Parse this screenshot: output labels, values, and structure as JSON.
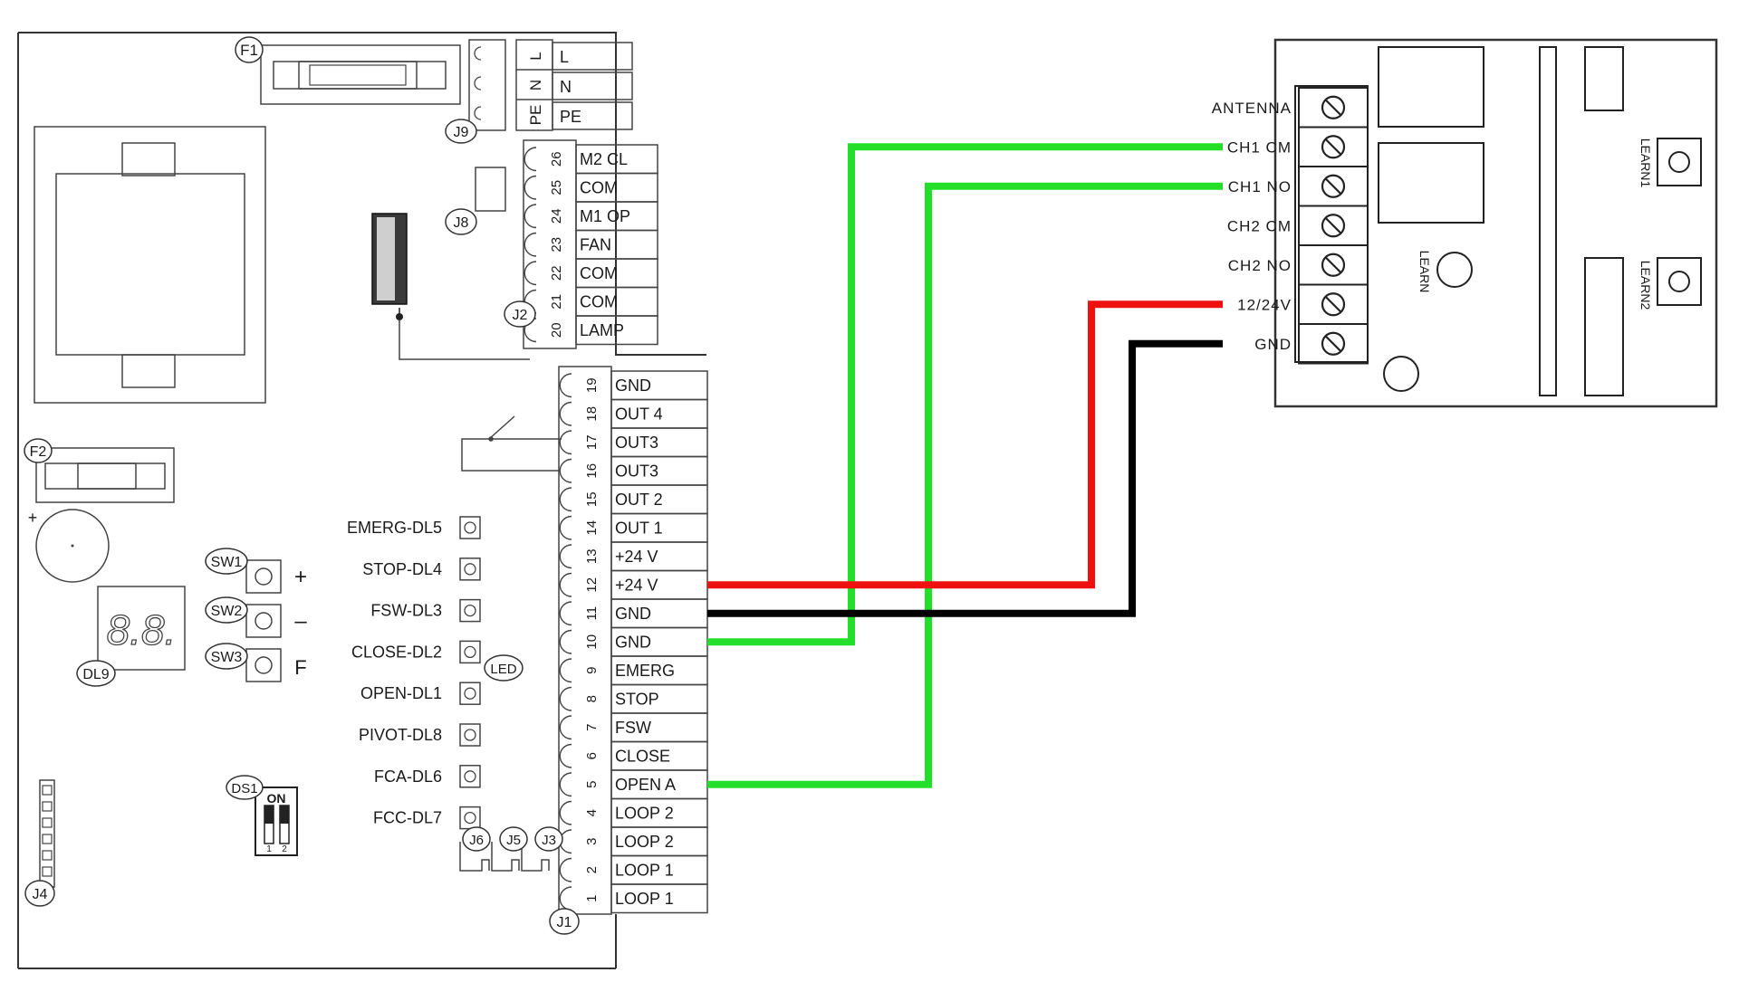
{
  "board": {
    "fuses": [
      "F1",
      "F2"
    ],
    "connectors": {
      "J9": "J9",
      "J8": "J8",
      "J2": "J2",
      "J1": "J1",
      "J3": "J3",
      "J4": "J4",
      "J5": "J5",
      "J6": "J6"
    },
    "switches": {
      "SW1": "SW1",
      "SW2": "SW2",
      "SW3": "SW3"
    },
    "switch_symbols": {
      "plus": "+",
      "minus": "–",
      "f": "F"
    },
    "display_label": "DL9",
    "display_digits": "8.8.",
    "dip_label": "DS1",
    "dip_on": "ON",
    "dip_nums": [
      "1",
      "2"
    ],
    "led_label": "LED",
    "battery_plus": "+",
    "power_terminals": [
      {
        "pin": "L",
        "label": "L"
      },
      {
        "pin": "N",
        "label": "N"
      },
      {
        "pin": "PE",
        "label": "PE"
      }
    ],
    "j2_terminals": [
      {
        "pin": "26",
        "label": "M2 CL"
      },
      {
        "pin": "25",
        "label": "COM"
      },
      {
        "pin": "24",
        "label": "M1 OP"
      },
      {
        "pin": "23",
        "label": "FAN"
      },
      {
        "pin": "22",
        "label": "COM"
      },
      {
        "pin": "21",
        "label": "COM"
      },
      {
        "pin": "20",
        "label": "LAMP"
      }
    ],
    "j1_terminals": [
      {
        "pin": "19",
        "label": "GND"
      },
      {
        "pin": "18",
        "label": "OUT 4"
      },
      {
        "pin": "17",
        "label": "OUT3"
      },
      {
        "pin": "16",
        "label": "OUT3"
      },
      {
        "pin": "15",
        "label": "OUT 2"
      },
      {
        "pin": "14",
        "label": "OUT 1"
      },
      {
        "pin": "13",
        "label": "+24 V"
      },
      {
        "pin": "12",
        "label": "+24 V"
      },
      {
        "pin": "11",
        "label": "GND"
      },
      {
        "pin": "10",
        "label": "GND"
      },
      {
        "pin": "9",
        "label": "EMERG"
      },
      {
        "pin": "8",
        "label": "STOP"
      },
      {
        "pin": "7",
        "label": "FSW"
      },
      {
        "pin": "6",
        "label": "CLOSE"
      },
      {
        "pin": "5",
        "label": "OPEN A"
      },
      {
        "pin": "4",
        "label": "LOOP 2"
      },
      {
        "pin": "3",
        "label": "LOOP 2"
      },
      {
        "pin": "2",
        "label": "LOOP 1"
      },
      {
        "pin": "1",
        "label": "LOOP 1"
      }
    ],
    "leds": [
      "EMERG-DL5",
      "STOP-DL4",
      "FSW-DL3",
      "CLOSE-DL2",
      "OPEN-DL1",
      "PIVOT-DL8",
      "FCA-DL6",
      "FCC-DL7"
    ]
  },
  "receiver": {
    "terminals": [
      "ANTENNA",
      "CH1 CM",
      "CH1 NO",
      "CH2 CM",
      "CH2 NO",
      "12/24V",
      "GND"
    ],
    "learn_labels": [
      "LEARN",
      "LEARN1",
      "LEARN2"
    ]
  },
  "wires": [
    {
      "from": "CH1 CM",
      "to": "GND (10)",
      "color": "#22e02a"
    },
    {
      "from": "CH1 NO",
      "to": "OPEN A (5)",
      "color": "#22e02a"
    },
    {
      "from": "12/24V",
      "to": "+24 V (12)",
      "color": "#ef1010"
    },
    {
      "from": "GND",
      "to": "GND (11)",
      "color": "#000000"
    }
  ]
}
